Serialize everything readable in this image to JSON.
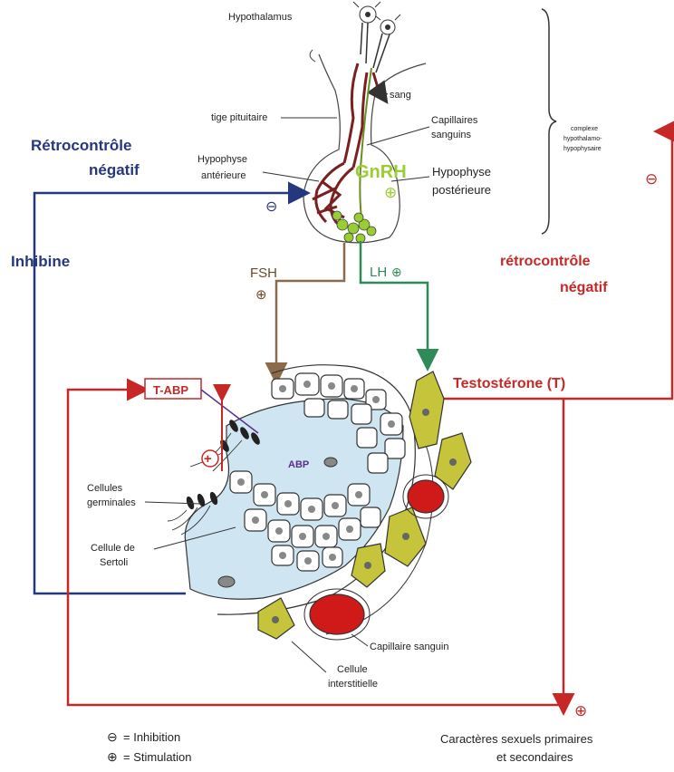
{
  "hypothalamus": "Hypothalamus",
  "sang": "sang",
  "tige": "tige pituitaire",
  "capillaires": [
    "Capillaires",
    "sanguins"
  ],
  "hypo_ant": [
    "Hypophyse",
    "antérieure"
  ],
  "hypo_post": [
    "Hypophyse",
    "postérieure"
  ],
  "gnrh": "GnRH",
  "complexe": [
    "complexe",
    "hypothalamo-",
    "hypophysaire"
  ],
  "retro_blue": [
    "Rétrocontrôle",
    "négatif"
  ],
  "inhibine": "Inhibine",
  "retro_red": [
    "rétrocontrôle",
    "négatif"
  ],
  "fsh": "FSH",
  "lh": "LH",
  "tabp": "T-ABP",
  "abp": "ABP",
  "testosterone": "Testostérone (T)",
  "cellules_germ": [
    "Cellules",
    "germinales"
  ],
  "cellule_sertoli": [
    "Cellule de",
    "Sertoli"
  ],
  "capillaire_sanguin": "Capillaire sanguin",
  "cellule_inter": [
    "Cellule",
    "interstitielle"
  ],
  "legend": {
    "inhibition": "= Inhibition",
    "stimulation": "= Stimulation"
  },
  "caracteres": [
    "Caractères sexuels primaires",
    "et secondaires"
  ],
  "minus_sign": "⊖",
  "plus_sign": "⊕",
  "colors": {
    "blue": "#26387d",
    "red": "#c62828",
    "brown": "#8b6b4a",
    "green": "#2e8b57",
    "cell_fill": "#cfe6f2",
    "leydig": "#c6c43a",
    "blood": "#d01919"
  }
}
